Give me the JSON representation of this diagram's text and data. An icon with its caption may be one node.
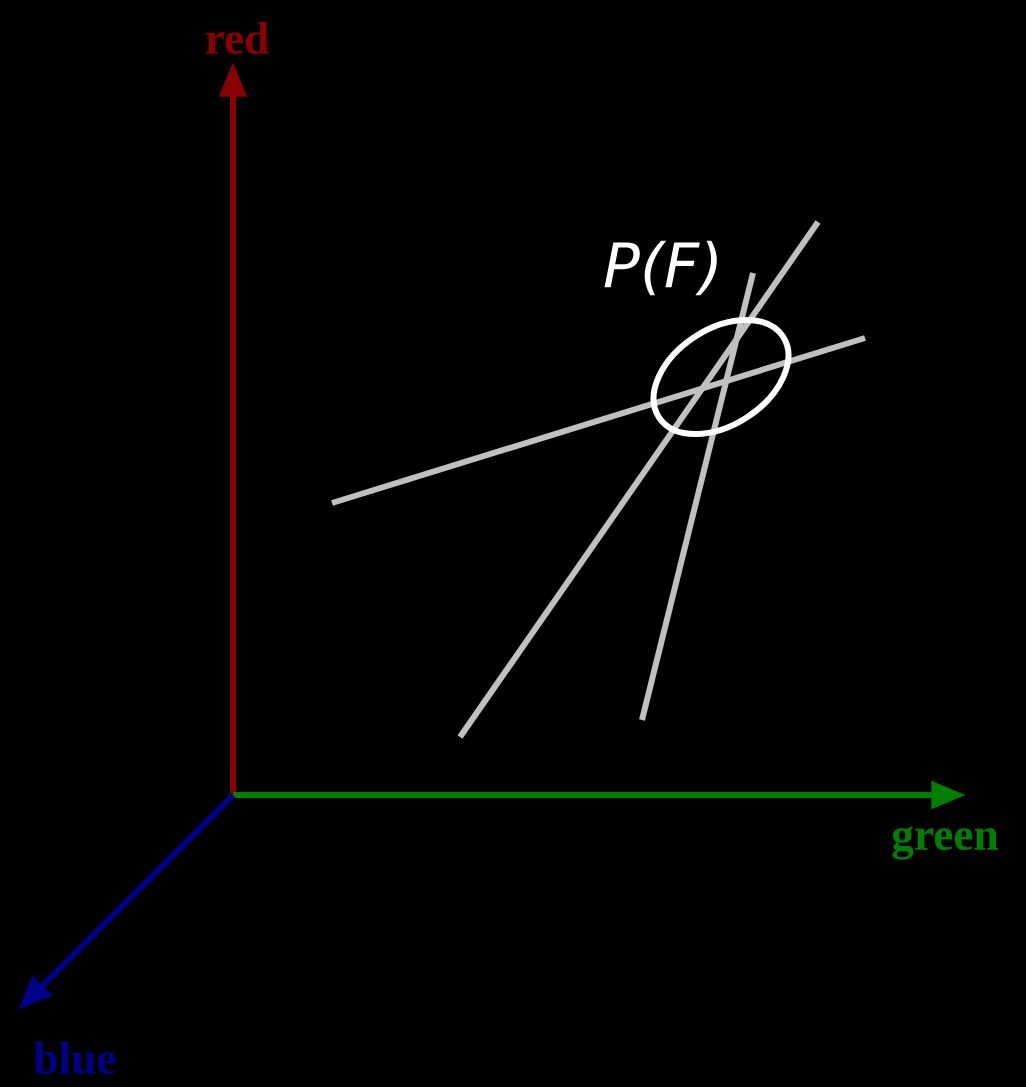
{
  "diagram": {
    "nodes": [
      {
        "text": [
          "P(F)"
        ]
      }
    ],
    "labels": [
      "red",
      "green",
      "blue"
    ]
  }
}
